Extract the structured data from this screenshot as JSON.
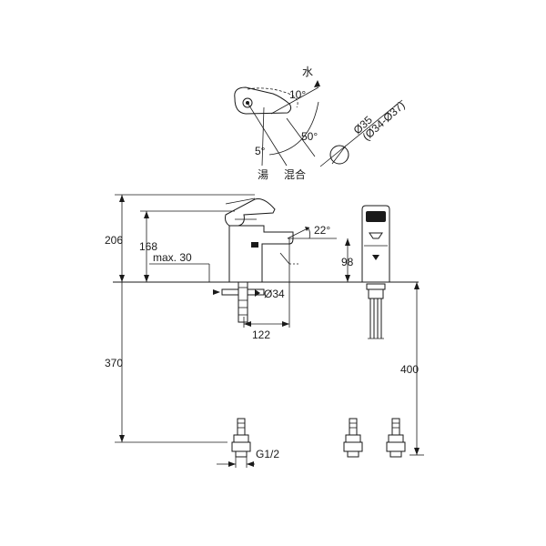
{
  "top_view": {
    "label_cold": "水",
    "label_hot": "湯",
    "label_mix": "混合",
    "angle_10": "10°",
    "angle_5": "5°",
    "angle_50": "50°"
  },
  "hole": {
    "diam_35": "Ø35",
    "diam_range": "(Ø34-Ø37)"
  },
  "side_view": {
    "dim_206": "206",
    "dim_168": "168",
    "dim_max30": "max. 30",
    "dim_22deg": "22°",
    "dim_98": "98",
    "dim_d34": "Ø34",
    "dim_122": "122",
    "dim_370": "370",
    "dim_400": "400",
    "dim_g12": "G1/2"
  }
}
